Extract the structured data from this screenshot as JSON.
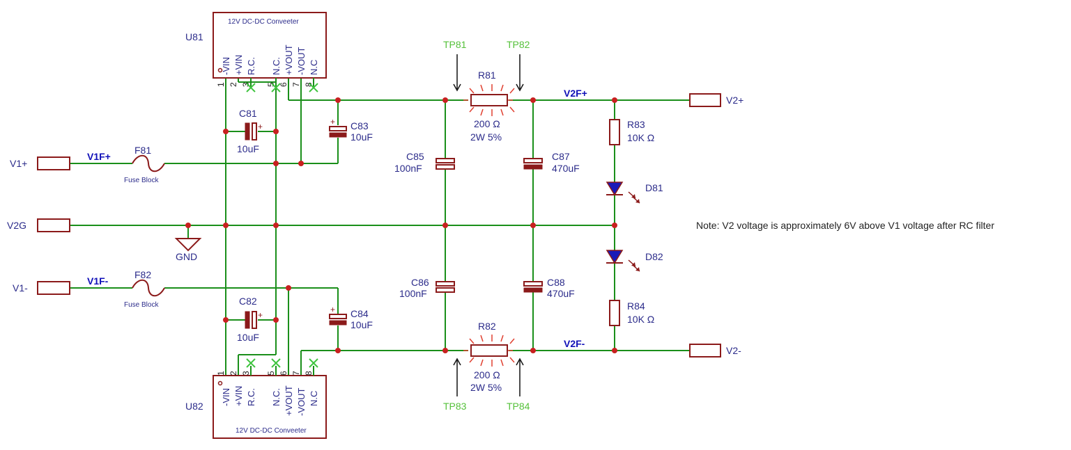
{
  "connectors": {
    "v1plus": "V1+",
    "v2g": "V2G",
    "v1minus": "V1-",
    "v2plus": "V2+",
    "v2minus": "V2-"
  },
  "nets": {
    "v1f_plus": "V1F+",
    "v1f_minus": "V1F-",
    "v2f_plus": "V2F+",
    "v2f_minus": "V2F-"
  },
  "ground_label": "GND",
  "fuses": {
    "f81": {
      "ref": "F81",
      "desc": "Fuse Block"
    },
    "f82": {
      "ref": "F82",
      "desc": "Fuse Block"
    }
  },
  "converters": {
    "u81": {
      "ref": "U81",
      "title": "12V DC-DC Conveeter",
      "pins": [
        "-VIN",
        "+VIN",
        "R.C.",
        "N.C.",
        "+VOUT",
        "-VOUT",
        "N.C"
      ],
      "pin_numbers": [
        "1",
        "2",
        "3",
        "5",
        "6",
        "7",
        "8"
      ]
    },
    "u82": {
      "ref": "U82",
      "title": "12V DC-DC Conveeter",
      "pins": [
        "-VIN",
        "+VIN",
        "R.C.",
        "N.C.",
        "+VOUT",
        "-VOUT",
        "N.C"
      ],
      "pin_numbers": [
        "1",
        "2",
        "3",
        "5",
        "6",
        "7",
        "8"
      ]
    }
  },
  "capacitors": {
    "c81": {
      "ref": "C81",
      "value": "10uF"
    },
    "c82": {
      "ref": "C82",
      "value": "10uF"
    },
    "c83": {
      "ref": "C83",
      "value": "10uF"
    },
    "c84": {
      "ref": "C84",
      "value": "10uF"
    },
    "c85": {
      "ref": "C85",
      "value": "100nF"
    },
    "c86": {
      "ref": "C86",
      "value": "100nF"
    },
    "c87": {
      "ref": "C87",
      "value": "470uF"
    },
    "c88": {
      "ref": "C88",
      "value": "470uF"
    }
  },
  "resistors": {
    "r81": {
      "ref": "R81",
      "value": "200 Ω",
      "rating": "2W 5%"
    },
    "r82": {
      "ref": "R82",
      "value": "200 Ω",
      "rating": "2W 5%"
    },
    "r83": {
      "ref": "R83",
      "value": "10K Ω"
    },
    "r84": {
      "ref": "R84",
      "value": "10K Ω"
    }
  },
  "leds": {
    "d81": {
      "ref": "D81"
    },
    "d82": {
      "ref": "D82"
    }
  },
  "test_points": {
    "tp81": "TP81",
    "tp82": "TP82",
    "tp83": "TP83",
    "tp84": "TP84"
  },
  "plus_sign": "+",
  "note": "Note: V2 voltage is approximately 6V above V1 voltage after RC filter",
  "colors": {
    "wire": "#1a8f1a",
    "component": "#8b1a1a",
    "label": "#2b2b8a",
    "net_label": "#1010b8",
    "test_point": "#55c13a",
    "junction": "#c82020",
    "led_fill": "#1a1ab8",
    "no_connect": "#3fc43f"
  }
}
